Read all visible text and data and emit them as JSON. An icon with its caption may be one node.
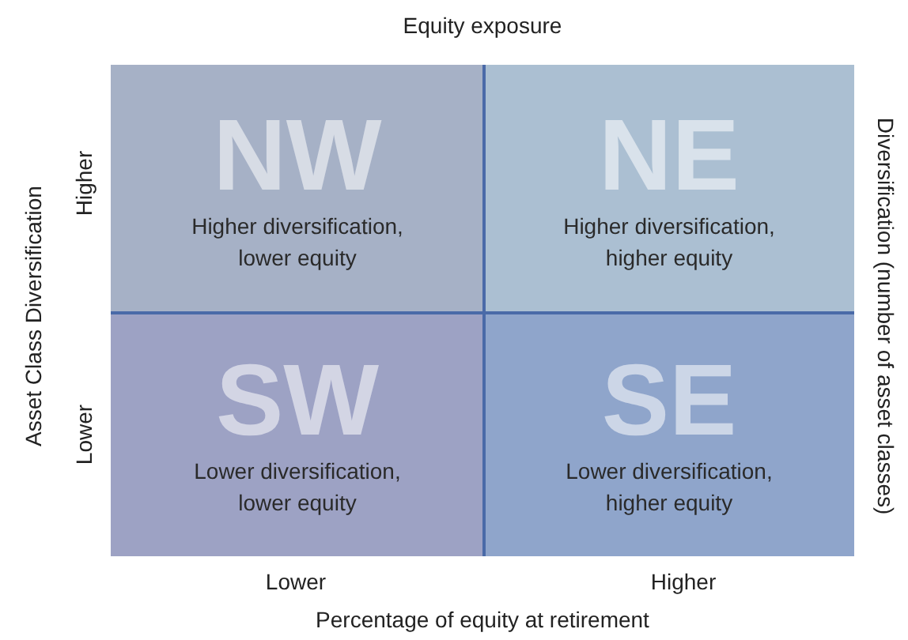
{
  "diagram": {
    "title": "Equity exposure",
    "nodes": [
      {
        "text": [
          "NW",
          "Higher diversification, lower equity"
        ]
      },
      {
        "text": [
          "NE",
          "Higher diversification, higher equity"
        ]
      },
      {
        "text": [
          "SW",
          "Lower diversification, lower equity"
        ]
      },
      {
        "text": [
          "SE",
          "Lower diversification, higher equity"
        ]
      }
    ],
    "labels": [
      "Asset Class Diversification",
      "Higher",
      "Lower",
      "Diversification (number of asset classes)",
      "Lower",
      "Higher",
      "Percentage of equity at retirement"
    ]
  }
}
